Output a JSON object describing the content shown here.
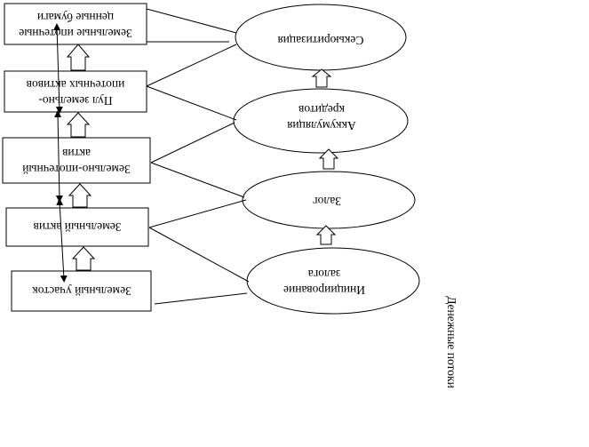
{
  "boxes": {
    "securities": [
      "Земельные ипотечные",
      "ценные бумаги"
    ],
    "pool": [
      "Пул земельно-",
      "ипотечных активов"
    ],
    "asset": [
      "Земельно-ипотечный",
      "актив"
    ],
    "land_asset": [
      "Земельный актив"
    ],
    "plot": [
      "Земельный участок"
    ]
  },
  "ellipses": {
    "securitization": [
      "Секьюритизация"
    ],
    "accumulation": [
      "Аккумуляция",
      "кредитов"
    ],
    "pledge": [
      "Залог"
    ],
    "initiation": [
      "Инициирование",
      "залога"
    ]
  },
  "side_label": "Денежные потоки"
}
